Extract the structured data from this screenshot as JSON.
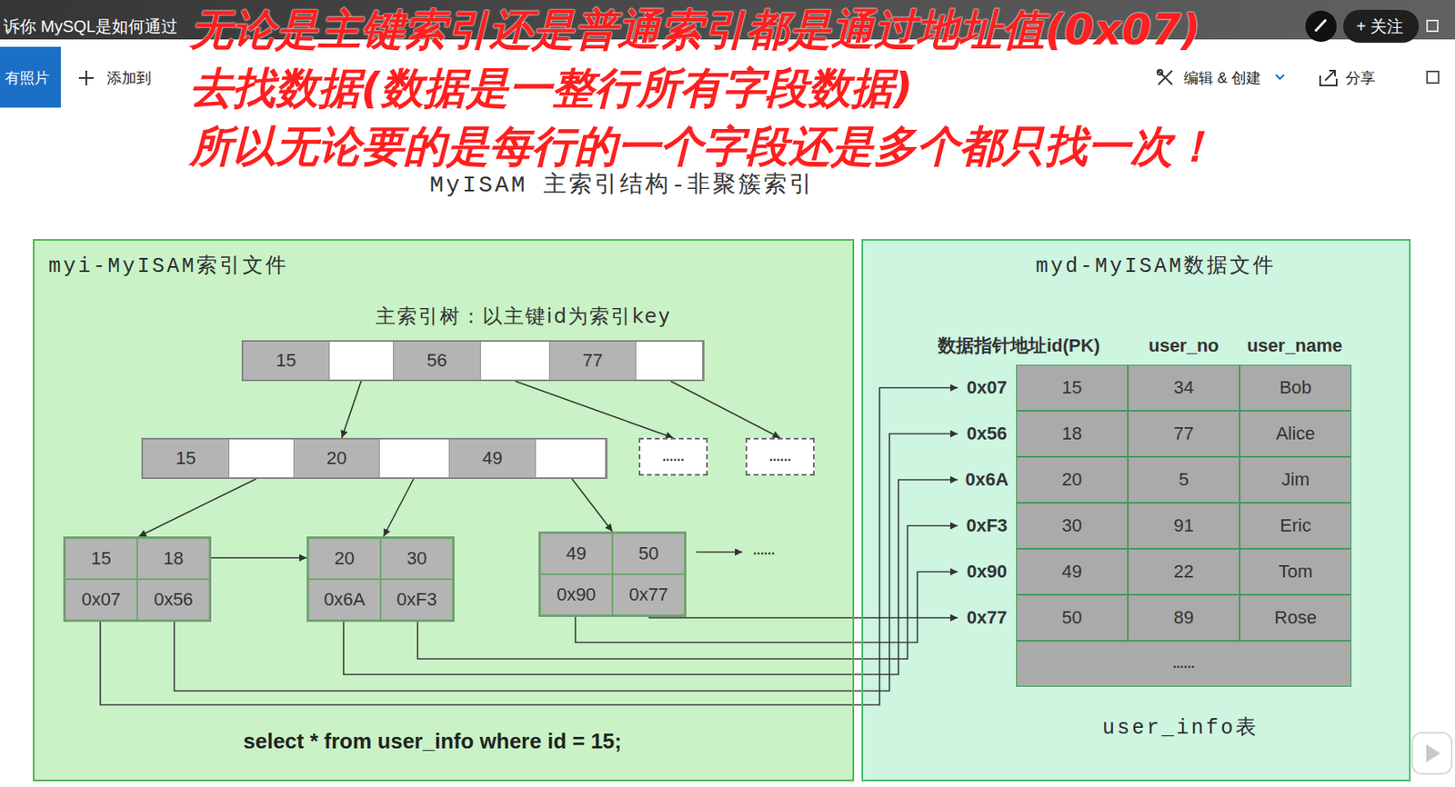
{
  "diagram": {
    "title": "MyISAM 主索引结构-非聚簇索引",
    "nodes": [
      {
        "text": [
          "myi-MyISAM索引文件",
          "主索引树：以主键id为索引key",
          "select * from user_info where id = 15;"
        ]
      },
      {
        "text": [
          "15",
          "56",
          "77"
        ],
        "in": 0
      },
      {
        "text": [
          "15",
          "20",
          "49"
        ],
        "in": 0
      },
      {
        "text": [
          "......"
        ],
        "in": 0
      },
      {
        "text": [
          "......"
        ],
        "in": 0
      },
      {
        "text": [
          "15",
          "18",
          "0x07",
          "0x56"
        ],
        "in": 0
      },
      {
        "text": [
          "20",
          "30",
          "0x6A",
          "0xF3"
        ],
        "in": 0
      },
      {
        "text": [
          "49",
          "50",
          "0x90",
          "0x77"
        ],
        "in": 0
      },
      {
        "text": [
          "myd-MyISAM数据文件",
          "数据指针地址id(PK)",
          "user_no",
          "user_name",
          "user_info表"
        ]
      },
      {
        "text": [
          "0x07",
          "15",
          "34",
          "Bob"
        ],
        "in": 8
      },
      {
        "text": [
          "0x56",
          "18",
          "77",
          "Alice"
        ],
        "in": 8
      },
      {
        "text": [
          "0x6A",
          "20",
          "5",
          "Jim"
        ],
        "in": 8
      },
      {
        "text": [
          "0xF3",
          "30",
          "91",
          "Eric"
        ],
        "in": 8
      },
      {
        "text": [
          "0x90",
          "49",
          "22",
          "Tom"
        ],
        "in": 8
      },
      {
        "text": [
          "0x77",
          "50",
          "89",
          "Rose"
        ],
        "in": 8
      },
      {
        "text": [
          "......"
        ],
        "in": 8
      }
    ],
    "edges": [
      {
        "from": 1,
        "to": 2,
        "arrow": "to"
      },
      {
        "from": 1,
        "to": 3,
        "arrow": "to"
      },
      {
        "from": 1,
        "to": 4,
        "arrow": "to"
      },
      {
        "from": 2,
        "to": 5,
        "arrow": "to"
      },
      {
        "from": 2,
        "to": 6,
        "arrow": "to"
      },
      {
        "from": 2,
        "to": 7,
        "arrow": "to"
      },
      {
        "from": 5,
        "to": 6,
        "arrow": "to"
      },
      {
        "from": 5,
        "to": 9,
        "arrow": "to"
      },
      {
        "from": 5,
        "to": 10,
        "arrow": "to"
      },
      {
        "from": 6,
        "to": 11,
        "arrow": "to"
      },
      {
        "from": 6,
        "to": 12,
        "arrow": "to"
      },
      {
        "from": 7,
        "to": 13,
        "arrow": "to"
      },
      {
        "from": 7,
        "to": 14,
        "arrow": "to"
      }
    ],
    "labels": [
      "诉你 MySQL是如何通过",
      "无论是主键索引还是普通索引都是通过地址值(0x07)",
      "去找数据(数据是一整行所有字段数据)",
      "所以无论要的是每行的一个字段还是多个都只找一次！",
      "有照片",
      "添加到",
      "编辑 & 创建",
      "分享",
      "+ 关注",
      "......"
    ]
  }
}
